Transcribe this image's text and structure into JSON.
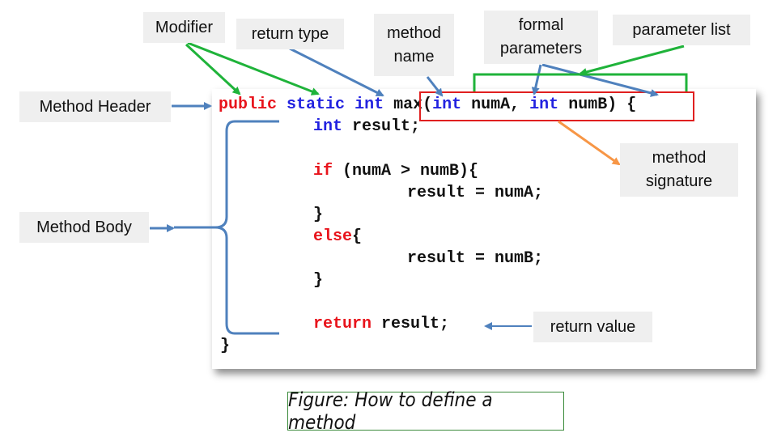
{
  "labels": {
    "modifier": "Modifier",
    "return_type": "return type",
    "method_name": "method\nname",
    "formal_parameters": "formal\nparameters",
    "parameter_list": "parameter list",
    "method_header": "Method Header",
    "method_signature": "method\nsignature",
    "method_body": "Method Body",
    "return_value": "return value"
  },
  "code": {
    "line1": {
      "kw1": "public",
      "kw2": "static",
      "kw3": "int",
      "name": "max(",
      "kw4": "int",
      "p1": "numA,",
      "kw5": "int",
      "p2": "numB)",
      "brace": " {"
    },
    "line2": {
      "kw": "int",
      "rest": "result;"
    },
    "line3": {
      "kw": "if",
      "rest": " (numA > numB){"
    },
    "line4": "result = numA;",
    "line5": "}",
    "line6": {
      "kw": "else",
      "rest": "{"
    },
    "line7": "result = numB;",
    "line8": "}",
    "line9": {
      "kw": "return",
      "rest": " result;"
    },
    "line10": "}"
  },
  "caption": "Figure: How to define a method",
  "colors": {
    "green_arrow": "#1fb33a",
    "blue_arrow": "#4f81bd",
    "orange_arrow": "#f79646",
    "signature_box": "#e02020",
    "keyword_red": "#e8141c",
    "keyword_blue": "#2222e0"
  }
}
